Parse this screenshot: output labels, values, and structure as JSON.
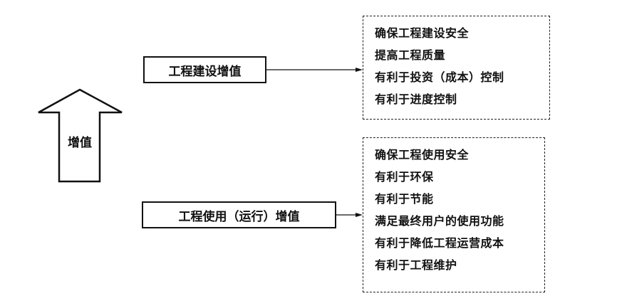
{
  "arrow_label": "增值",
  "construction": {
    "label": "工程建设增值",
    "items": [
      "确保工程建设安全",
      "提高工程质量",
      "有利于投资（成本）控制",
      "有利于进度控制"
    ]
  },
  "operation": {
    "label": "工程使用（运行）增值",
    "items": [
      "确保工程使用安全",
      "有利于环保",
      "有利于节能",
      "满足最终用户的使用功能",
      "有利于降低工程运营成本",
      "有利于工程维护"
    ]
  }
}
